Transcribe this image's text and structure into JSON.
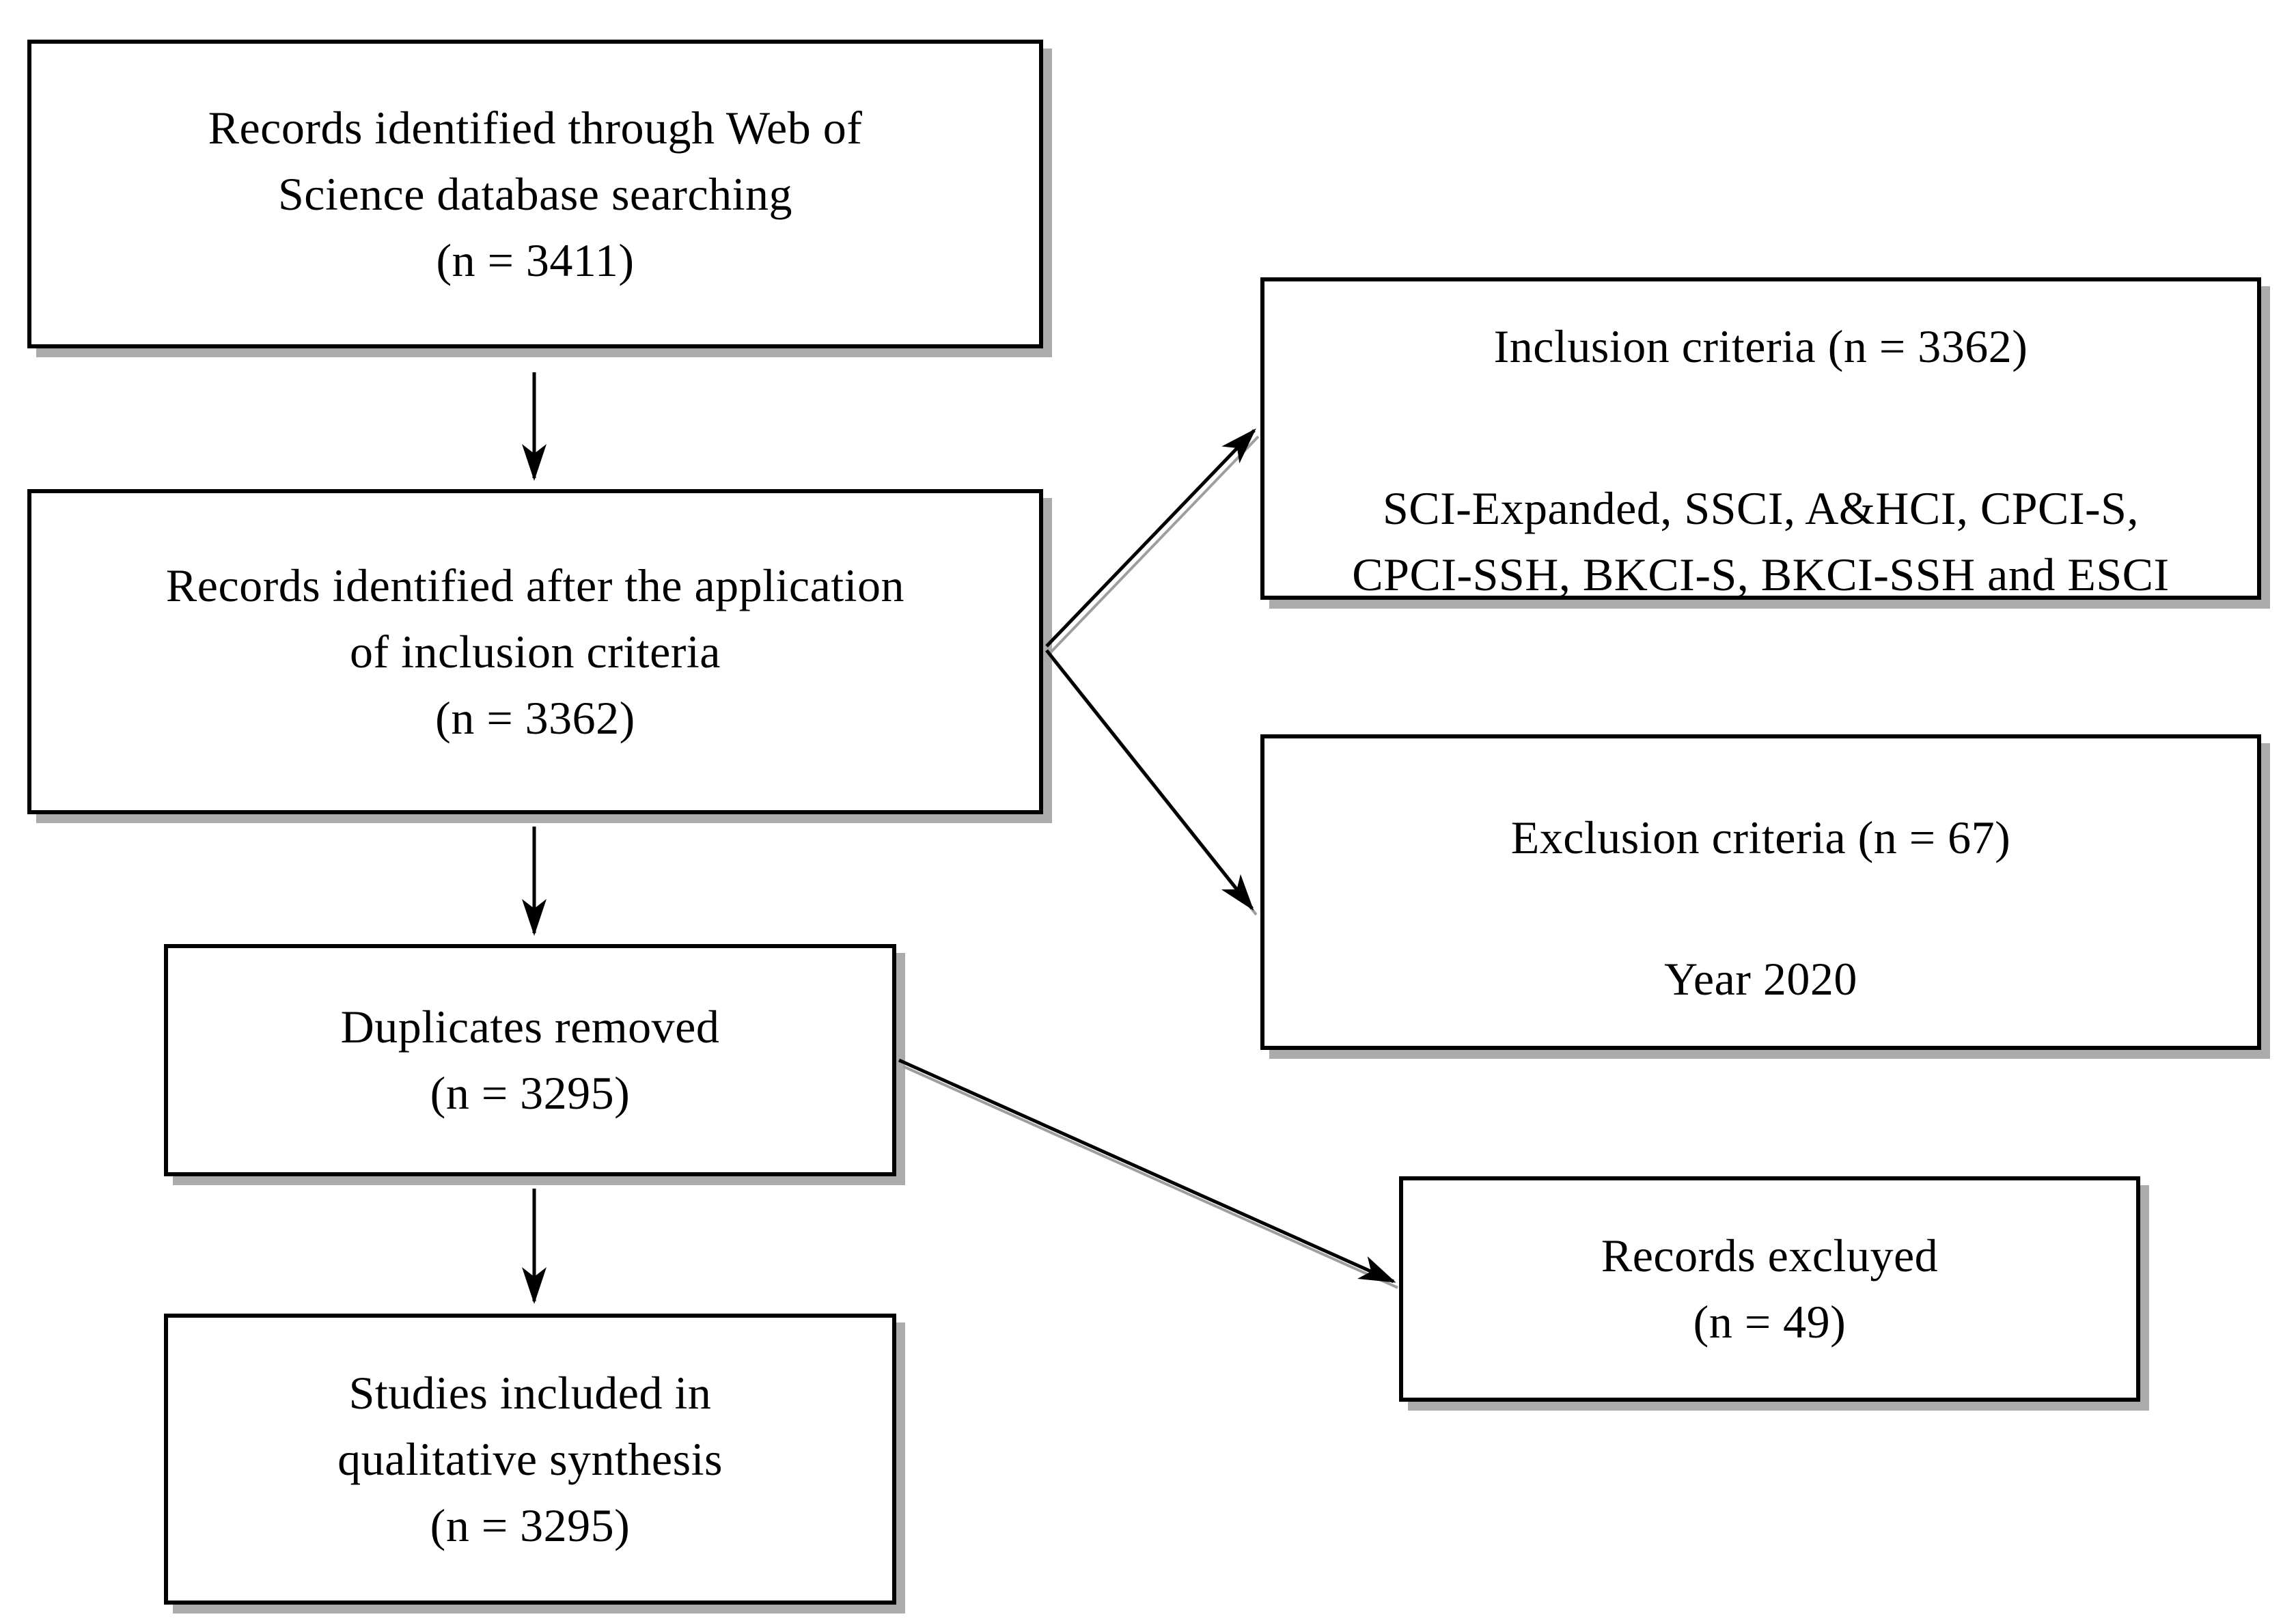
{
  "colors": {
    "background": "#ffffff",
    "box_border": "#000000",
    "text": "#000000",
    "box_shadow": "#ababab",
    "arrow": "#000000",
    "arrow_shadow": "#9e9e9e"
  },
  "boxes": {
    "records_identified": {
      "lines": [
        "Records identified through Web of",
        "Science database searching",
        "(n = 3411)"
      ]
    },
    "records_after_criteria": {
      "lines": [
        "Records identified after the application",
        "of inclusion criteria",
        "(n = 3362)"
      ]
    },
    "duplicates_removed": {
      "lines": [
        "Duplicates removed",
        "(n = 3295)"
      ]
    },
    "studies_included": {
      "lines": [
        "Studies included in",
        "qualitative synthesis",
        "(n = 3295)"
      ]
    },
    "inclusion_criteria": {
      "title": "Inclusion criteria (n = 3362)",
      "lines": [
        "SCI-Expanded, SSCI, A&HCI, CPCI-S,",
        "CPCI-SSH, BKCI-S, BKCI-SSH and ESCI"
      ]
    },
    "exclusion_criteria": {
      "title": "Exclusion criteria (n = 67)",
      "lines": [
        "Year 2020"
      ]
    },
    "records_excluyed": {
      "lines": [
        "Records excluyed",
        "(n = 49)"
      ]
    }
  },
  "connections": [
    {
      "from": "records_identified",
      "to": "records_after_criteria",
      "type": "arrow-down"
    },
    {
      "from": "records_after_criteria",
      "to": "inclusion_criteria",
      "type": "arrow-diagonal-up-right"
    },
    {
      "from": "records_after_criteria",
      "to": "exclusion_criteria",
      "type": "arrow-diagonal-down-right"
    },
    {
      "from": "records_after_criteria",
      "to": "duplicates_removed",
      "type": "arrow-down"
    },
    {
      "from": "duplicates_removed",
      "to": "records_excluyed",
      "type": "arrow-diagonal-down-right"
    },
    {
      "from": "duplicates_removed",
      "to": "studies_included",
      "type": "arrow-down"
    }
  ]
}
